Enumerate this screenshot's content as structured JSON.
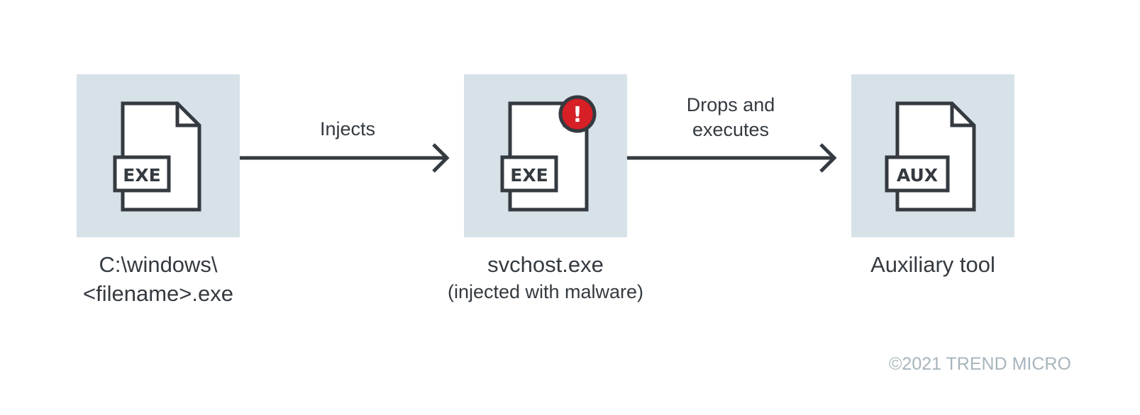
{
  "nodes": [
    {
      "badge": "EXE",
      "label_line1": "C:\\windows\\",
      "label_line2": "<filename>.exe",
      "alert": false
    },
    {
      "badge": "EXE",
      "label_line1": "svchost.exe",
      "label_line2": "(injected with malware)",
      "alert": true,
      "alert_symbol": "!"
    },
    {
      "badge": "AUX",
      "label_line1": "Auxiliary tool",
      "alert": false
    }
  ],
  "edges": [
    {
      "label": "Injects"
    },
    {
      "label_line1": "Drops and",
      "label_line2": "executes"
    }
  ],
  "copyright": "©2021 TREND MICRO",
  "colors": {
    "tile": "#d6e2e8",
    "ink": "#343a40",
    "alert": "#d71f26",
    "copyright": "#a7b5bc"
  }
}
